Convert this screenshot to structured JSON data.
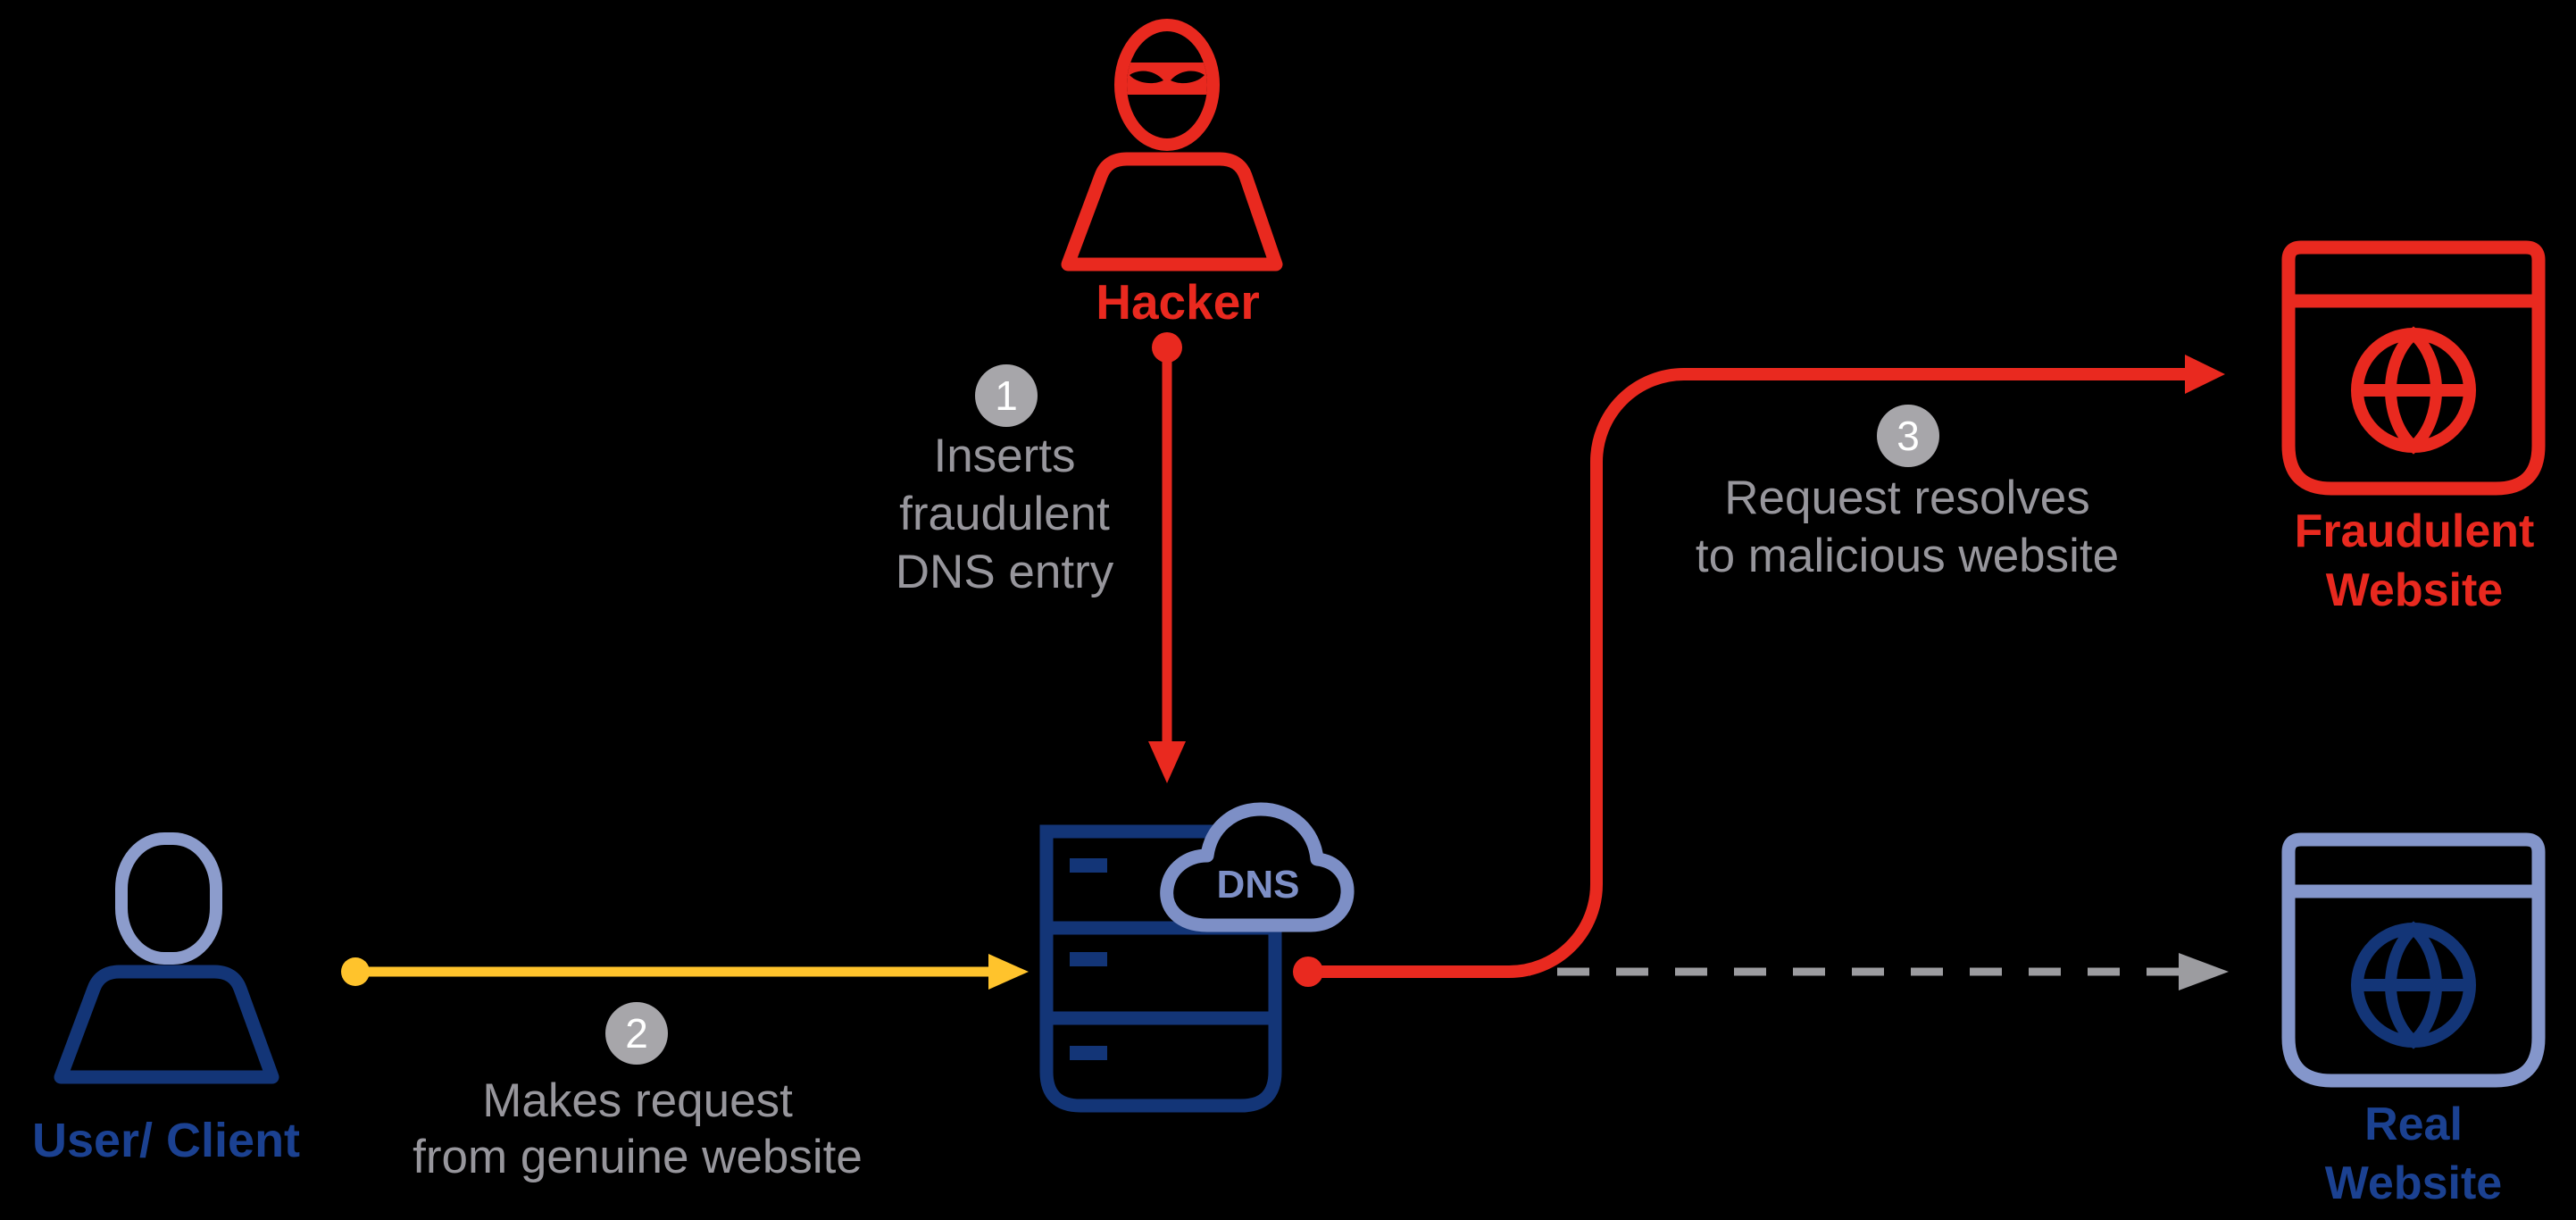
{
  "nodes": {
    "hacker": {
      "label": "Hacker",
      "color": "#E9291F"
    },
    "user": {
      "label": "User/ Client",
      "color": "#1B4191"
    },
    "dns_server": {
      "cloud_label": "DNS",
      "server_color": "#133577",
      "cloud_color": "#7D8FC6"
    },
    "fraudulent_website": {
      "label_lines": [
        "Fraudulent",
        "Website"
      ],
      "color": "#E9291F"
    },
    "real_website": {
      "label_lines": [
        "Real",
        "Website"
      ],
      "frame_color": "#8496CB",
      "label_color": "#1B4191"
    }
  },
  "steps": [
    {
      "number": "1",
      "lines": [
        "Inserts",
        "fraudulent",
        "DNS entry"
      ],
      "arrow_color": "#E9291F"
    },
    {
      "number": "2",
      "lines": [
        "Makes request",
        "from genuine website"
      ],
      "arrow_color": "#FFC32C"
    },
    {
      "number": "3",
      "lines": [
        "Request resolves",
        "to malicious website"
      ],
      "arrow_color": "#E9291F"
    }
  ],
  "colors": {
    "background": "#000000",
    "red": "#E9291F",
    "yellow": "#FFC32C",
    "navy_icon": "#133577",
    "navy_label": "#1B4191",
    "periwinkle_cloud": "#7D8FC6",
    "periwinkle_frame": "#8496CB",
    "periwinkle_head": "#8C9CCC",
    "caption_gray": "#97969C",
    "badge_gray": "#A7A6AA",
    "badge_number": "#FFFFFF",
    "dash_gray": "#9C9CA0"
  }
}
